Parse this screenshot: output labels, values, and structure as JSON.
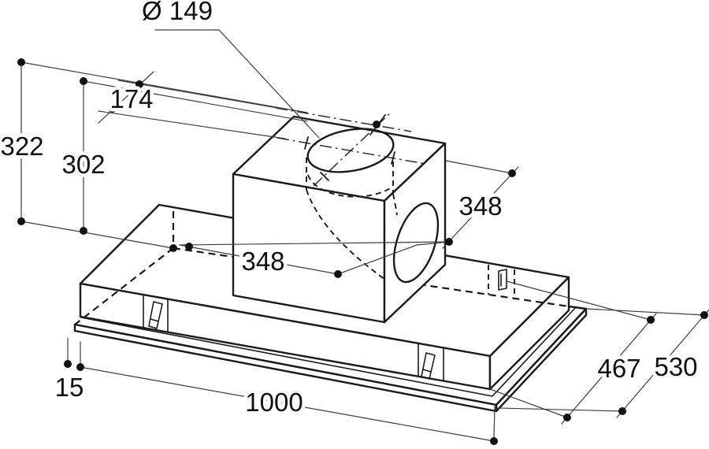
{
  "page": {
    "background_color": "#ffffff",
    "line_color": "#1a1a1a",
    "dim_line_color": "#3c3c3c"
  },
  "drawing": {
    "kind": "isometric-dimension-drawing",
    "subject": "ceiling built-in extractor hood with motor box and round duct spigots",
    "labels": {
      "duct_diameter": "Ø 149",
      "duct_offset": "174",
      "height_total": "322",
      "height_body": "302",
      "motor_box_width": "348",
      "motor_box_depth": "348",
      "length_total": "1000",
      "flange_lip": "15",
      "depth_body": "467",
      "depth_total": "530"
    }
  }
}
